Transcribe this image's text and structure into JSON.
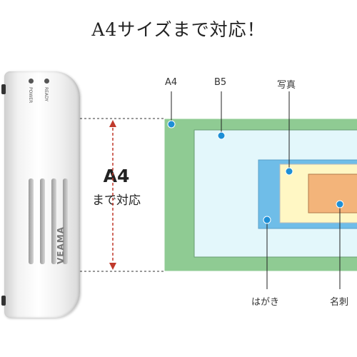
{
  "headline": "A4サイズまで対応！",
  "dimension": {
    "main": "A4",
    "sub": "まで対応"
  },
  "device": {
    "brand": "VEAMA",
    "button_labels": [
      "POWER",
      "READY"
    ]
  },
  "paper_sizes": [
    {
      "label": "A4",
      "color": "#8fcb93"
    },
    {
      "label": "B5",
      "color": "#e3f7fb"
    },
    {
      "label": "写真",
      "color": "#fff7c4"
    },
    {
      "label": "はがき",
      "color": "#6fbde8"
    },
    {
      "label": "名刺",
      "color": "#f3b47a"
    }
  ],
  "colors": {
    "marker": "#1e8fd6",
    "dimension_line": "#c0392b"
  }
}
